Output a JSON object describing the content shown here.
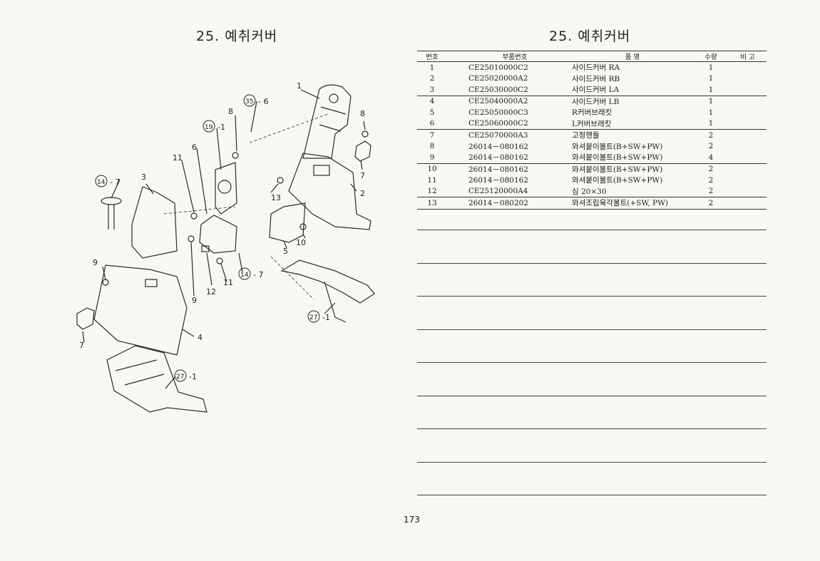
{
  "left_page": {
    "title": "25. 예취커버"
  },
  "right_page": {
    "title": "25. 예취커버"
  },
  "table": {
    "headers": {
      "no": "번호",
      "part_no": "부품번호",
      "name": "품      명",
      "qty": "수량",
      "remark": "비   고"
    },
    "rows": [
      {
        "no": "1",
        "part_no": "CE25010000C2",
        "name": "사이드커버 RA",
        "qty": "1",
        "remark": ""
      },
      {
        "no": "2",
        "part_no": "CE25020000A2",
        "name": "사이드커버 RB",
        "qty": "1",
        "remark": ""
      },
      {
        "no": "3",
        "part_no": "CE25030000C2",
        "name": "사이드커버 LA",
        "qty": "1",
        "remark": ""
      },
      {
        "no": "4",
        "part_no": "CE25040000A2",
        "name": "사이드커버 LB",
        "qty": "1",
        "remark": ""
      },
      {
        "no": "5",
        "part_no": "CE25050000C3",
        "name": "R커버브래킷",
        "qty": "1",
        "remark": ""
      },
      {
        "no": "6",
        "part_no": "CE25060000C2",
        "name": "L커버브래킷",
        "qty": "1",
        "remark": ""
      },
      {
        "no": "7",
        "part_no": "CE25070000A3",
        "name": "고정핸들",
        "qty": "2",
        "remark": ""
      },
      {
        "no": "8",
        "part_no": "26014－080162",
        "name": "와셔붙이볼트(B+SW+PW)",
        "qty": "2",
        "remark": ""
      },
      {
        "no": "9",
        "part_no": "26014－080162",
        "name": "와셔붙이볼트(B+SW+PW)",
        "qty": "4",
        "remark": ""
      },
      {
        "no": "10",
        "part_no": "26014－080162",
        "name": "와셔붙이볼트(B+SW+PW)",
        "qty": "2",
        "remark": ""
      },
      {
        "no": "11",
        "part_no": "26014－080162",
        "name": "와셔붙이볼트(B+SW+PW)",
        "qty": "2",
        "remark": ""
      },
      {
        "no": "12",
        "part_no": "CE25120000A4",
        "name": "심 20×30",
        "qty": "2",
        "remark": ""
      },
      {
        "no": "13",
        "part_no": "26014－080202",
        "name": "와셔조립육각볼트(+SW, PW)",
        "qty": "2",
        "remark": ""
      }
    ]
  },
  "diagram": {
    "callouts": {
      "c1": "1",
      "c2": "2",
      "c3": "3",
      "c4": "4",
      "c5": "5",
      "c6": "6",
      "c7a": "7",
      "c7b": "7",
      "c8a": "8",
      "c8b": "8",
      "c9a": "9",
      "c9b": "9",
      "c10": "10",
      "c11a": "11",
      "c11b": "11",
      "c12": "12",
      "c13": "13"
    },
    "refs": {
      "r35": "35",
      "r35s": "- 6",
      "r19": "19",
      "r19s": "-1",
      "r14a": "14",
      "r14as": "- 7",
      "r14b": "14",
      "r14bs": "- 7",
      "r27a": "27",
      "r27as": "-1",
      "r27b": "27",
      "r27bs": "-1"
    }
  },
  "page_number": "173"
}
